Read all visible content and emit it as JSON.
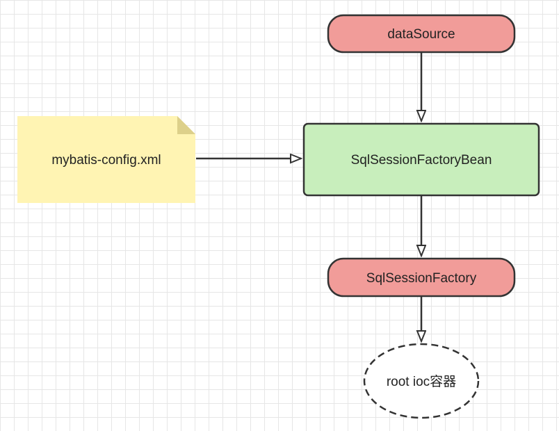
{
  "nodes": {
    "data_source": "dataSource",
    "factory_bean": "SqlSessionFactoryBean",
    "config_file": "mybatis-config.xml",
    "session_factory": "SqlSessionFactory",
    "root_ioc": "root ioc容器"
  },
  "colors": {
    "red_fill": "#f19c99",
    "green_fill": "#c8eebc",
    "note_fill": "#fff4b3",
    "note_fold": "#ddd08a",
    "stroke": "#333333"
  }
}
